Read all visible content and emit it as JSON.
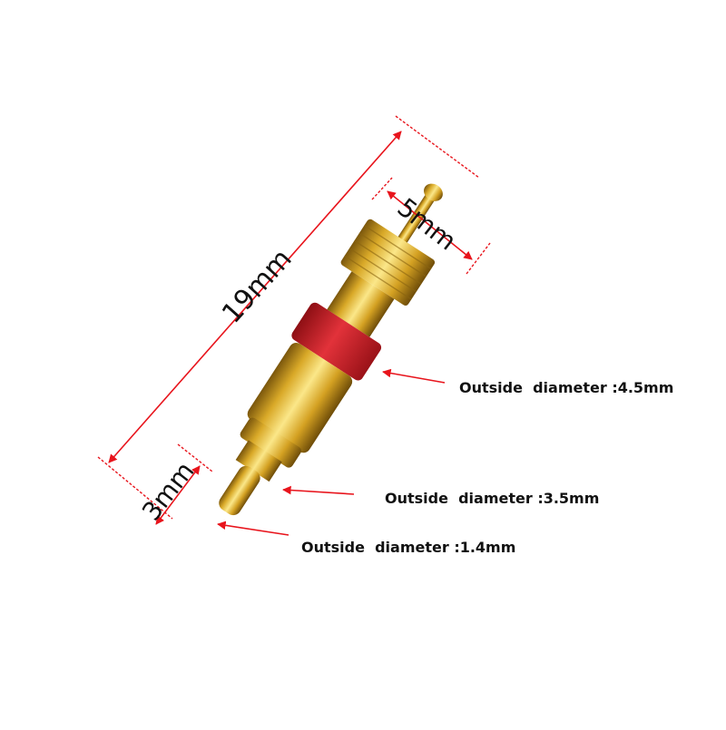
{
  "image": {
    "subject": "brass tire valve core with red rubber seal",
    "background": "#ffffff"
  },
  "colors": {
    "annotation_red": "#e8141c",
    "brass_light": "#f5d66a",
    "brass_mid": "#d9a928",
    "brass_dark": "#8a6410",
    "seal_red": "#d8222a",
    "text": "#111111"
  },
  "dimensions": {
    "overall_length": "19mm",
    "top_stem_length": "5mm",
    "bottom_pin_length": "3mm"
  },
  "callouts": [
    {
      "id": "seal",
      "text": "Outside  diameter :4.5mm"
    },
    {
      "id": "lower-collar",
      "text": "Outside  diameter :3.5mm"
    },
    {
      "id": "pin",
      "text": "Outside  diameter :1.4mm"
    }
  ]
}
